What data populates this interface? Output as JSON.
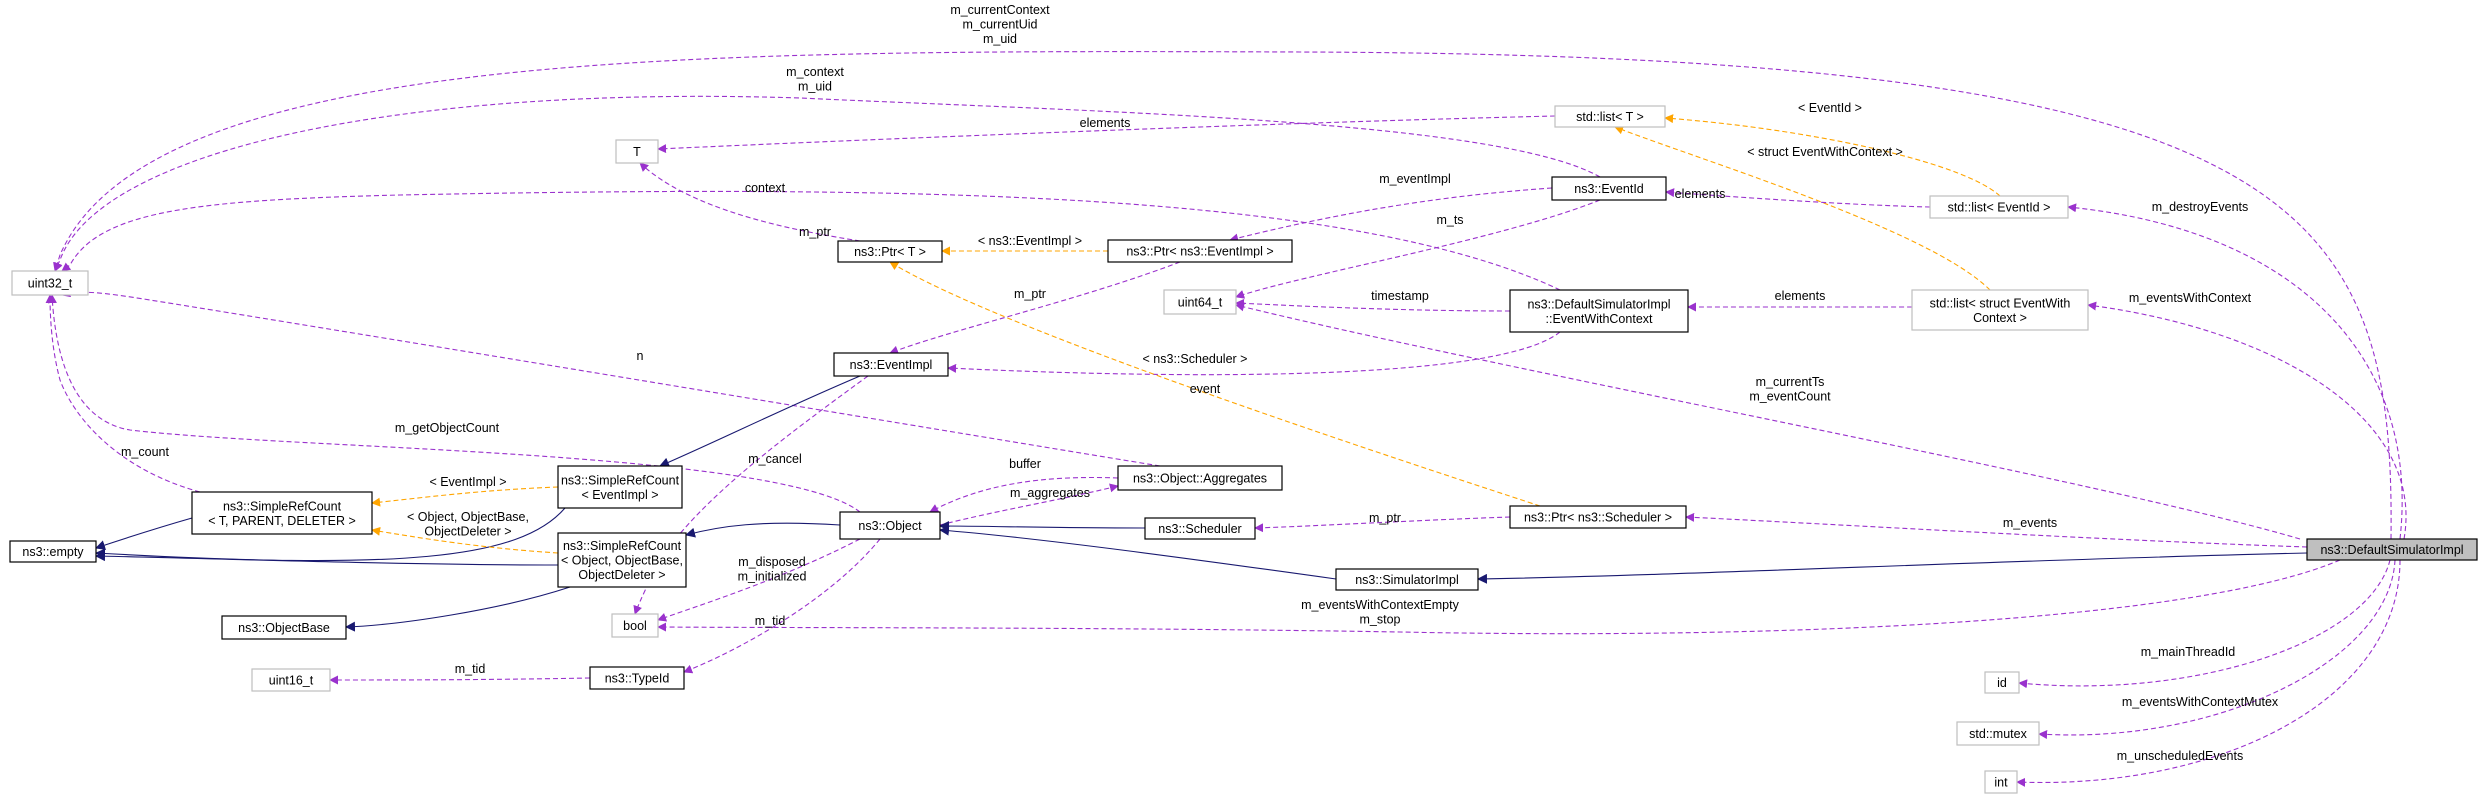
{
  "colors": {
    "usage": "#9a32cd",
    "inherit": "#191970",
    "template": "#ffa500",
    "node_border": "#000000",
    "external_border": "#bfbfbf",
    "focus_fill": "#bfbfbf"
  },
  "nodes": [
    {
      "id": "ns3_DefaultSimulatorImpl",
      "lines": [
        "ns3::DefaultSimulatorImpl"
      ],
      "style": "focus"
    },
    {
      "id": "ns3_SimulatorImpl",
      "lines": [
        "ns3::SimulatorImpl"
      ],
      "style": "class"
    },
    {
      "id": "ns3_Object",
      "lines": [
        "ns3::Object"
      ],
      "style": "class"
    },
    {
      "id": "ns3_SimpleRefCount_Object",
      "lines": [
        "ns3::SimpleRefCount",
        "< Object, ObjectBase,",
        "ObjectDeleter >"
      ],
      "style": "class"
    },
    {
      "id": "ns3_ObjectBase",
      "lines": [
        "ns3::ObjectBase"
      ],
      "style": "class"
    },
    {
      "id": "ns3_empty",
      "lines": [
        "ns3::empty"
      ],
      "style": "class"
    },
    {
      "id": "ns3_SimpleRefCount_T",
      "lines": [
        "ns3::SimpleRefCount",
        "< T, PARENT, DELETER >"
      ],
      "style": "class"
    },
    {
      "id": "ns3_SimpleRefCount_EventImpl",
      "lines": [
        "ns3::SimpleRefCount",
        "< EventImpl >"
      ],
      "style": "class"
    },
    {
      "id": "ns3_EventImpl",
      "lines": [
        "ns3::EventImpl"
      ],
      "style": "class"
    },
    {
      "id": "ns3_Ptr_EventImpl",
      "lines": [
        "ns3::Ptr< ns3::EventImpl >"
      ],
      "style": "class"
    },
    {
      "id": "ns3_Ptr_T",
      "lines": [
        "ns3::Ptr< T >"
      ],
      "style": "class"
    },
    {
      "id": "ns3_EventId",
      "lines": [
        "ns3::EventId"
      ],
      "style": "class"
    },
    {
      "id": "ns3_EventWithContext",
      "lines": [
        "ns3::DefaultSimulatorImpl",
        "::EventWithContext"
      ],
      "style": "class"
    },
    {
      "id": "ns3_Object_Aggregates",
      "lines": [
        "ns3::Object::Aggregates"
      ],
      "style": "class"
    },
    {
      "id": "ns3_Scheduler",
      "lines": [
        "ns3::Scheduler"
      ],
      "style": "class"
    },
    {
      "id": "ns3_Ptr_Scheduler",
      "lines": [
        "ns3::Ptr< ns3::Scheduler >"
      ],
      "style": "class"
    },
    {
      "id": "ns3_TypeId",
      "lines": [
        "ns3::TypeId"
      ],
      "style": "class"
    },
    {
      "id": "uint32_t",
      "lines": [
        "uint32_t"
      ],
      "style": "external"
    },
    {
      "id": "uint64_t",
      "lines": [
        "uint64_t"
      ],
      "style": "external"
    },
    {
      "id": "uint16_t",
      "lines": [
        "uint16_t"
      ],
      "style": "external"
    },
    {
      "id": "bool",
      "lines": [
        "bool"
      ],
      "style": "external"
    },
    {
      "id": "T",
      "lines": [
        "T"
      ],
      "style": "external"
    },
    {
      "id": "std_list_T",
      "lines": [
        "std::list< T >"
      ],
      "style": "external"
    },
    {
      "id": "std_list_EventId",
      "lines": [
        "std::list< EventId >"
      ],
      "style": "external"
    },
    {
      "id": "std_list_EventWithContext",
      "lines": [
        "std::list< struct EventWith",
        "Context >"
      ],
      "style": "external"
    },
    {
      "id": "id",
      "lines": [
        "id"
      ],
      "style": "external"
    },
    {
      "id": "std_mutex",
      "lines": [
        "std::mutex"
      ],
      "style": "external"
    },
    {
      "id": "int",
      "lines": [
        "int"
      ],
      "style": "external"
    }
  ],
  "edges": [
    {
      "id": "e_current_ctx",
      "from": "ns3_DefaultSimulatorImpl",
      "to": "uint32_t",
      "kind": "usage",
      "label": [
        "m_currentContext",
        "m_currentUid",
        "m_uid"
      ]
    },
    {
      "id": "e_destroy_events",
      "from": "ns3_DefaultSimulatorImpl",
      "to": "std_list_EventId",
      "kind": "usage",
      "label": [
        "m_destroyEvents"
      ]
    },
    {
      "id": "e_events_with_ctx",
      "from": "ns3_DefaultSimulatorImpl",
      "to": "std_list_EventWithContext",
      "kind": "usage",
      "label": [
        "m_eventsWithContext"
      ]
    },
    {
      "id": "e_current_ts",
      "from": "ns3_DefaultSimulatorImpl",
      "to": "uint64_t",
      "kind": "usage",
      "label": [
        "m_currentTs",
        "m_eventCount"
      ]
    },
    {
      "id": "e_events",
      "from": "ns3_DefaultSimulatorImpl",
      "to": "ns3_Ptr_Scheduler",
      "kind": "usage",
      "label": [
        "m_events"
      ]
    },
    {
      "id": "e_inherit_simimpl",
      "from": "ns3_DefaultSimulatorImpl",
      "to": "ns3_SimulatorImpl",
      "kind": "inherit",
      "label": []
    },
    {
      "id": "e_ctx_empty",
      "from": "ns3_DefaultSimulatorImpl",
      "to": "bool",
      "kind": "usage",
      "label": [
        "m_eventsWithContextEmpty",
        "m_stop"
      ]
    },
    {
      "id": "e_main_thread",
      "from": "ns3_DefaultSimulatorImpl",
      "to": "id",
      "kind": "usage",
      "label": [
        "m_mainThreadId"
      ]
    },
    {
      "id": "e_mutex",
      "from": "ns3_DefaultSimulatorImpl",
      "to": "std_mutex",
      "kind": "usage",
      "label": [
        "m_eventsWithContextMutex"
      ]
    },
    {
      "id": "e_unscheduled",
      "from": "ns3_DefaultSimulatorImpl",
      "to": "int",
      "kind": "usage",
      "label": [
        "m_unscheduledEvents"
      ]
    },
    {
      "id": "e_eventid_ctx",
      "from": "ns3_EventId",
      "to": "uint32_t",
      "kind": "usage",
      "label": [
        "m_context",
        "m_uid"
      ]
    },
    {
      "id": "e_eventid_impl",
      "from": "ns3_EventId",
      "to": "ns3_Ptr_EventImpl",
      "kind": "usage",
      "label": [
        "m_eventImpl"
      ]
    },
    {
      "id": "e_eventid_ts",
      "from": "ns3_EventId",
      "to": "uint64_t",
      "kind": "usage",
      "label": [
        "m_ts"
      ]
    },
    {
      "id": "e_listT_elements",
      "from": "std_list_T",
      "to": "T",
      "kind": "usage",
      "label": [
        "elements"
      ]
    },
    {
      "id": "e_list_eventid_tmpl",
      "from": "std_list_EventId",
      "to": "std_list_T",
      "kind": "template",
      "label": [
        "< EventId >"
      ]
    },
    {
      "id": "e_list_ewc_tmpl",
      "from": "std_list_EventWithContext",
      "to": "std_list_T",
      "kind": "template",
      "label": [
        "< struct EventWithContext >"
      ]
    },
    {
      "id": "e_list_eventid_elements",
      "from": "std_list_EventId",
      "to": "ns3_EventId",
      "kind": "usage",
      "label": [
        "elements"
      ]
    },
    {
      "id": "e_list_ewc_elements",
      "from": "std_list_EventWithContext",
      "to": "ns3_EventWithContext",
      "kind": "usage",
      "label": [
        "elements"
      ]
    },
    {
      "id": "e_ewc_context",
      "from": "ns3_EventWithContext",
      "to": "uint32_t",
      "kind": "usage",
      "label": [
        "context"
      ]
    },
    {
      "id": "e_ewc_timestamp",
      "from": "ns3_EventWithContext",
      "to": "uint64_t",
      "kind": "usage",
      "label": [
        "timestamp"
      ]
    },
    {
      "id": "e_ewc_event",
      "from": "ns3_EventWithContext",
      "to": "ns3_EventImpl",
      "kind": "usage",
      "label": [
        "event"
      ]
    },
    {
      "id": "e_ptrT_mptr",
      "from": "ns3_Ptr_T",
      "to": "T",
      "kind": "usage",
      "label": [
        "m_ptr"
      ]
    },
    {
      "id": "e_ptr_eventimpl_tmpl",
      "from": "ns3_Ptr_EventImpl",
      "to": "ns3_Ptr_T",
      "kind": "template",
      "label": [
        "< ns3::EventImpl >"
      ]
    },
    {
      "id": "e_ptr_eventimpl_mptr",
      "from": "ns3_Ptr_EventImpl",
      "to": "ns3_EventImpl",
      "kind": "usage",
      "label": [
        "m_ptr"
      ]
    },
    {
      "id": "e_ptr_sched_tmpl",
      "from": "ns3_Ptr_Scheduler",
      "to": "ns3_Ptr_T",
      "kind": "template",
      "label": [
        "< ns3::Scheduler >"
      ]
    },
    {
      "id": "e_ptr_sched_mptr",
      "from": "ns3_Ptr_Scheduler",
      "to": "ns3_Scheduler",
      "kind": "usage",
      "label": [
        "m_ptr"
      ]
    },
    {
      "id": "e_aggregates_n",
      "from": "ns3_Object_Aggregates",
      "to": "uint32_t",
      "kind": "usage",
      "label": [
        "n"
      ]
    },
    {
      "id": "e_object_getcount",
      "from": "ns3_Object",
      "to": "uint32_t",
      "kind": "usage",
      "label": [
        "m_getObjectCount"
      ]
    },
    {
      "id": "e_refcount_count",
      "from": "ns3_SimpleRefCount_T",
      "to": "uint32_t",
      "kind": "usage",
      "label": [
        "m_count"
      ]
    },
    {
      "id": "e_eventimpl_cancel",
      "from": "ns3_EventImpl",
      "to": "bool",
      "kind": "usage",
      "label": [
        "m_cancel"
      ]
    },
    {
      "id": "e_eventimpl_inherit",
      "from": "ns3_EventImpl",
      "to": "ns3_SimpleRefCount_EventImpl",
      "kind": "inherit",
      "label": []
    },
    {
      "id": "e_aggregates_buffer",
      "from": "ns3_Object_Aggregates",
      "to": "ns3_Object",
      "kind": "usage",
      "label": [
        "buffer"
      ]
    },
    {
      "id": "e_object_aggregates",
      "from": "ns3_Object",
      "to": "ns3_Object_Aggregates",
      "kind": "usage",
      "label": [
        "m_aggregates"
      ]
    },
    {
      "id": "e_object_disposed",
      "from": "ns3_Object",
      "to": "bool",
      "kind": "usage",
      "label": [
        "m_disposed",
        "m_initialized"
      ]
    },
    {
      "id": "e_object_tid",
      "from": "ns3_Object",
      "to": "ns3_TypeId",
      "kind": "usage",
      "label": [
        "m_tid"
      ]
    },
    {
      "id": "e_typeid_tid",
      "from": "ns3_TypeId",
      "to": "uint16_t",
      "kind": "usage",
      "label": [
        "m_tid"
      ]
    },
    {
      "id": "e_object_inherit_src",
      "from": "ns3_Object",
      "to": "ns3_SimpleRefCount_Object",
      "kind": "inherit",
      "label": []
    },
    {
      "id": "e_scheduler_inherit",
      "from": "ns3_Scheduler",
      "to": "ns3_Object",
      "kind": "inherit",
      "label": []
    },
    {
      "id": "e_simimpl_inherit",
      "from": "ns3_SimulatorImpl",
      "to": "ns3_Object",
      "kind": "inherit",
      "label": []
    },
    {
      "id": "e_src_object_inherit",
      "from": "ns3_SimpleRefCount_Object",
      "to": "ns3_ObjectBase",
      "kind": "inherit",
      "label": []
    },
    {
      "id": "e_refcount_empty",
      "from": "ns3_SimpleRefCount_T",
      "to": "ns3_empty",
      "kind": "inherit",
      "label": []
    },
    {
      "id": "e_src_eventimpl_empty",
      "from": "ns3_SimpleRefCount_EventImpl",
      "to": "ns3_empty",
      "kind": "inherit",
      "label": []
    },
    {
      "id": "e_src_object_empty",
      "from": "ns3_SimpleRefCount_Object",
      "to": "ns3_empty",
      "kind": "inherit",
      "label": []
    },
    {
      "id": "e_src_eventimpl_tmpl",
      "from": "ns3_SimpleRefCount_EventImpl",
      "to": "ns3_SimpleRefCount_T",
      "kind": "template",
      "label": [
        "< EventImpl >"
      ]
    },
    {
      "id": "e_src_object_tmpl",
      "from": "ns3_SimpleRefCount_Object",
      "to": "ns3_SimpleRefCount_T",
      "kind": "template",
      "label": [
        "< Object, ObjectBase,",
        "ObjectDeleter >"
      ]
    }
  ]
}
